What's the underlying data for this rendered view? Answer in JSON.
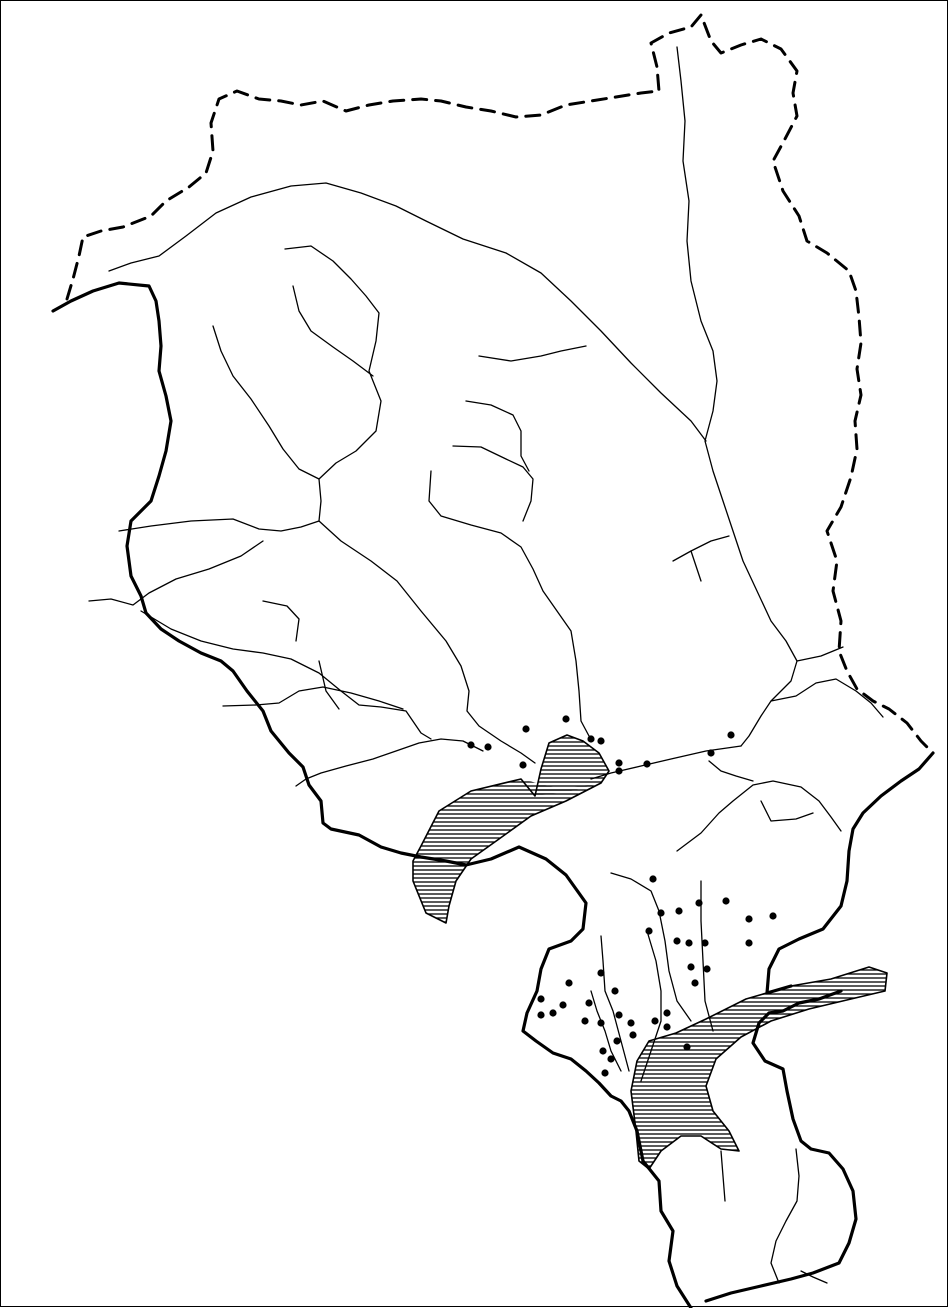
{
  "map": {
    "kind": "outline-map",
    "border_styles": [
      "solid",
      "dashed"
    ],
    "has_rivers": true,
    "has_hatched_lakes": true,
    "marker_symbol": "filled-dot",
    "marker_count": 48,
    "colors": {
      "ink": "#000000",
      "paper": "#ffffff"
    }
  }
}
